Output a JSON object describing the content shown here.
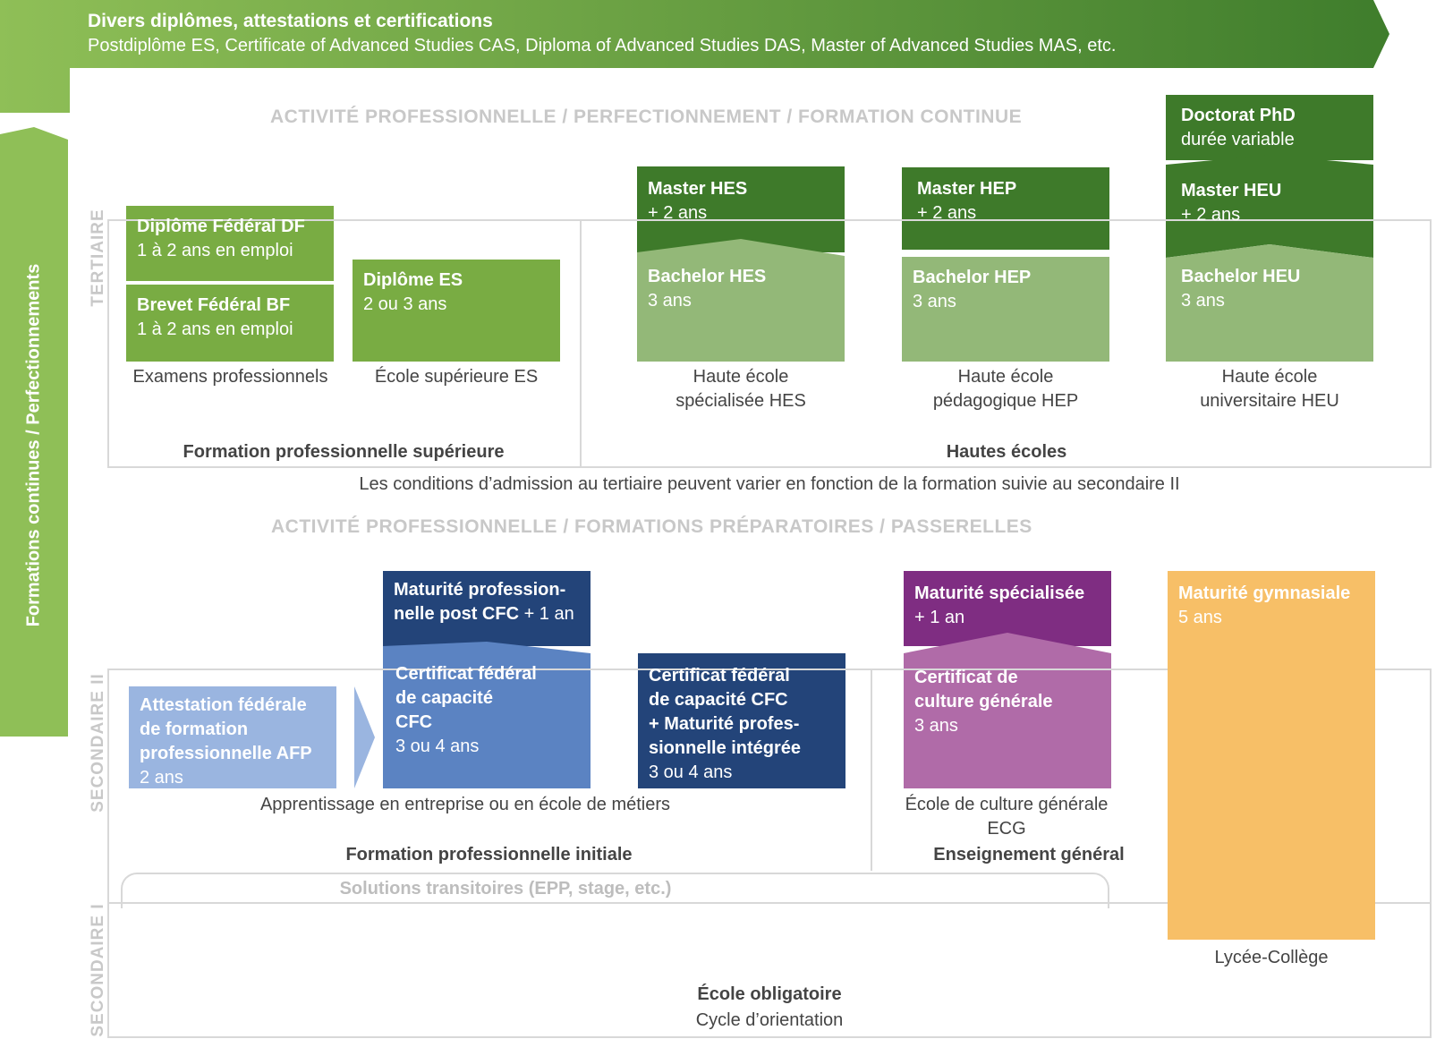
{
  "top_banner": {
    "title": "Divers diplômes, attestations et certifications",
    "subtitle": "Postdiplôme ES, Certificate of Advanced Studies CAS, Diploma of Advanced Studies DAS, Master of Advanced Studies MAS, etc."
  },
  "side_banner": {
    "label": "Formations continues / Perfectionnements"
  },
  "levels": {
    "tertiaire": "TERTIAIRE",
    "secondaire2": "SECONDAIRE II",
    "secondaire1": "SECONDAIRE I"
  },
  "headings": {
    "tertiary_activity": "ACTIVITÉ  PROFESSIONNELLE  /  PERFECTIONNEMENT  /  FORMATION  CONTINUE",
    "secondary_activity": "ACTIVITÉ  PROFESSIONNELLE  /  FORMATIONS  PRÉPARATOIRES  /  PASSERELLES"
  },
  "tertiary": {
    "df": {
      "title": "Diplôme Fédéral DF",
      "duration": "1 à 2 ans en emploi"
    },
    "bf": {
      "title": "Brevet Fédéral BF",
      "duration": "1 à 2 ans en emploi"
    },
    "es": {
      "title": "Diplôme ES",
      "duration": "2 ou 3 ans"
    },
    "master_hes": {
      "title": "Master HES",
      "duration": "+ 2 ans"
    },
    "bachelor_hes": {
      "title": "Bachelor HES",
      "duration": "3 ans"
    },
    "master_hep": {
      "title": "Master HEP",
      "duration": "+ 2 ans"
    },
    "bachelor_hep": {
      "title": "Bachelor HEP",
      "duration": "3 ans"
    },
    "doctorat": {
      "title": "Doctorat PhD",
      "duration": "durée variable"
    },
    "master_heu": {
      "title": "Master HEU",
      "duration": "+ 2 ans"
    },
    "bachelor_heu": {
      "title": "Bachelor HEU",
      "duration": "3 ans"
    },
    "captions": {
      "exam": "Examens professionnels",
      "es_school": "École supérieure ES",
      "hes_1": "Haute école",
      "hes_2": "spécialisée HES",
      "hep_1": "Haute école",
      "hep_2": "pédagogique HEP",
      "heu_1": "Haute école",
      "heu_2": "universitaire HEU"
    },
    "group_fps": "Formation professionnelle supérieure",
    "group_he": "Hautes écoles",
    "admission_note": "Les conditions d’admission au tertiaire peuvent varier en fonction de la formation suivie au secondaire II"
  },
  "secondary": {
    "afp": {
      "l1": "Attestation fédérale",
      "l2": "de formation",
      "l3": "professionnelle AFP",
      "duration": "2 ans"
    },
    "mp_post": {
      "l1": "Maturité profession-",
      "l2": "nelle post CFC",
      "extra": " + 1 an"
    },
    "cfc": {
      "l1": "Certificat fédéral",
      "l2": "de capacité",
      "l3": "CFC",
      "duration": "3 ou 4 ans"
    },
    "cfc_mp": {
      "l1": "Certificat fédéral",
      "l2": "de capacité CFC",
      "l3": "+ Maturité profes-",
      "l4": "sionnelle intégrée",
      "duration": "3 ou 4 ans"
    },
    "ms": {
      "title": "Maturité spécialisée",
      "duration": "+ 1 an"
    },
    "ccg": {
      "l1": "Certificat de",
      "l2": "culture générale",
      "duration": "3 ans"
    },
    "mg": {
      "title": "Maturité gymnasiale",
      "duration": "5 ans"
    },
    "captions": {
      "apprentissage": "Apprentissage en entreprise ou en école de métiers",
      "ecg_1": "École de culture générale",
      "ecg_2": "ECG",
      "lycee": "Lycée-Collège"
    },
    "group_fpi": "Formation professionnelle initiale",
    "group_eg": "Enseignement général",
    "transitional": "Solutions transitoires (EPP, stage, etc.)"
  },
  "compulsory": {
    "title": "École obligatoire",
    "subtitle": "Cycle d’orientation"
  },
  "colors": {
    "green_dark": "#3e7a2a",
    "green_mid": "#79ac43",
    "green_light": "#93b878",
    "navy": "#234479",
    "blue_mid": "#5b83c2",
    "blue_light": "#9ab5e0",
    "purple_dark": "#7f2d82",
    "purple_light": "#b06ba8",
    "orange": "#f7bf67",
    "gray_text": "#c8c8c8",
    "frame": "#d8d8d8"
  }
}
